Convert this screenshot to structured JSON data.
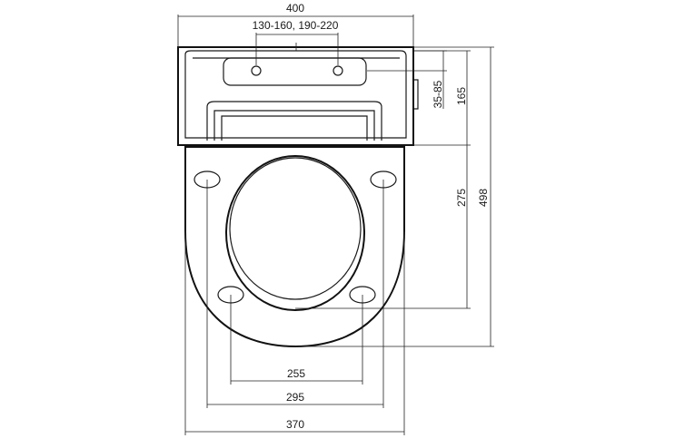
{
  "dimensions": {
    "overall_width": "400",
    "hole_spacing": "130-160, 190-220",
    "hinge_depth": "35-85",
    "hinge_height": "165",
    "inner_length": "275",
    "overall_length": "498",
    "inner_spacing": "255",
    "bumper_spacing": "295",
    "seat_width": "370"
  }
}
